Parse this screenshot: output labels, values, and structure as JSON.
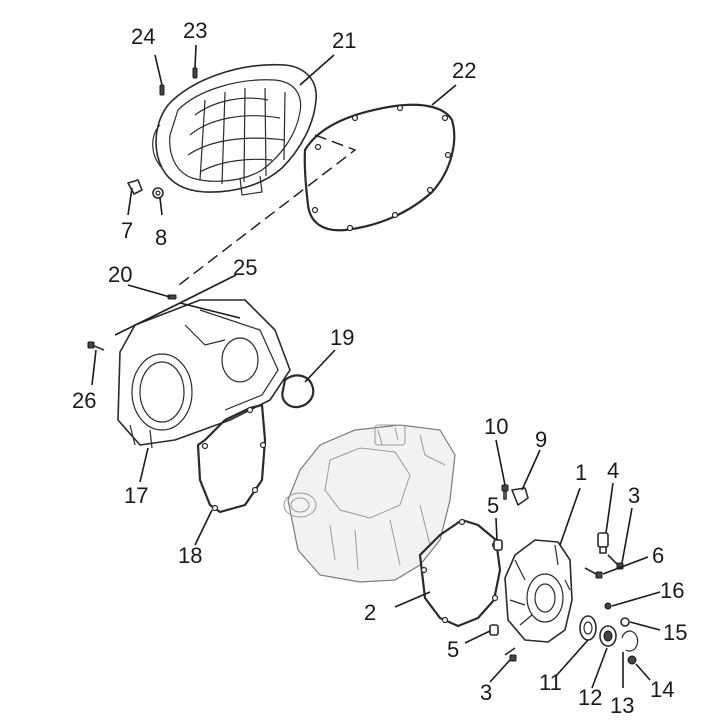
{
  "diagram": {
    "callouts": [
      {
        "label": "1"
      },
      {
        "label": "2"
      },
      {
        "label": "3"
      },
      {
        "label": "3"
      },
      {
        "label": "4"
      },
      {
        "label": "5"
      },
      {
        "label": "5"
      },
      {
        "label": "6"
      },
      {
        "label": "7"
      },
      {
        "label": "8"
      },
      {
        "label": "9"
      },
      {
        "label": "10"
      },
      {
        "label": "11"
      },
      {
        "label": "12"
      },
      {
        "label": "13"
      },
      {
        "label": "14"
      },
      {
        "label": "15"
      },
      {
        "label": "16"
      },
      {
        "label": "17"
      },
      {
        "label": "18"
      },
      {
        "label": "19"
      },
      {
        "label": "20"
      },
      {
        "label": "21"
      },
      {
        "label": "22"
      },
      {
        "label": "23"
      },
      {
        "label": "24"
      },
      {
        "label": "25"
      },
      {
        "label": "26"
      }
    ]
  }
}
